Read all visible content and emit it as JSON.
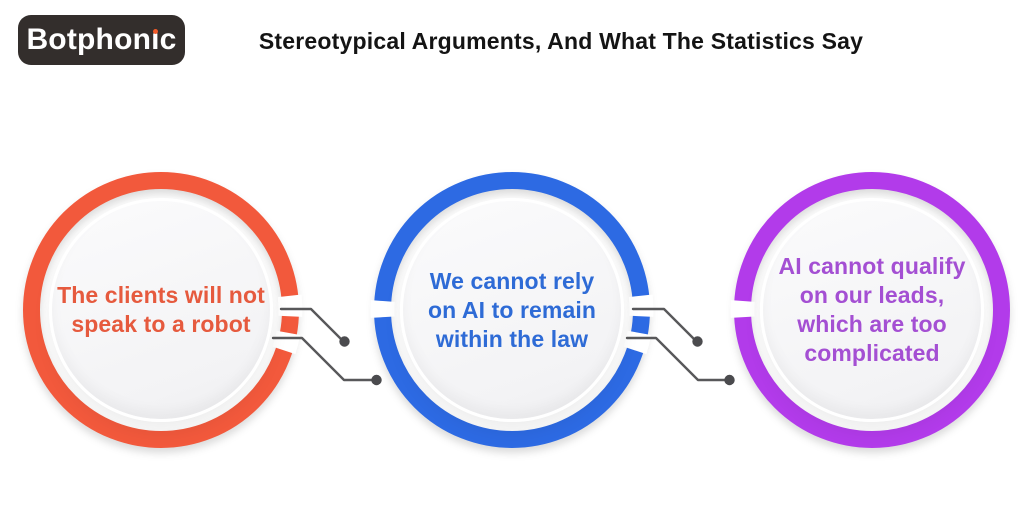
{
  "header": {
    "title": "Stereotypical Arguments, And What The Statistics Say",
    "title_color": "#141414"
  },
  "logo": {
    "text": "Botphonic",
    "parts": {
      "pre": "Botphon",
      "i": "ı",
      "post": "c"
    },
    "background_color": "#332E2C",
    "text_color": "#FFFFFF",
    "i_dot_color": "#F15A29"
  },
  "circles": [
    {
      "id": "argument-1",
      "text": "The clients will not\nspeak to a robot",
      "ring_color": "#F2593C",
      "text_color": "#E65A3E"
    },
    {
      "id": "argument-2",
      "text": "We cannot rely\non AI to remain\nwithin the law",
      "ring_color": "#2D6AE3",
      "text_color": "#2E6BD6"
    },
    {
      "id": "argument-3",
      "text": "AI cannot qualify\non our leads,\nwhich are too\ncomplicated",
      "ring_color": "#B23BEA",
      "text_color": "#A44FD3"
    }
  ],
  "connectors": {
    "line_color": "#58585A",
    "dot_color": "#4B4B4E"
  }
}
